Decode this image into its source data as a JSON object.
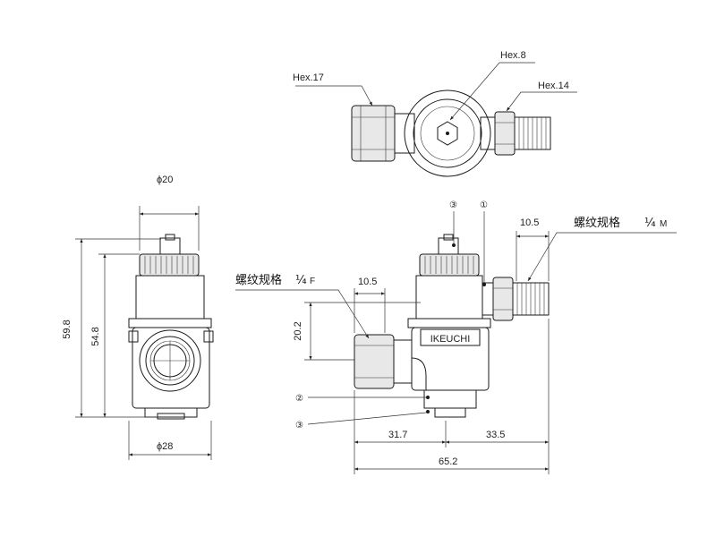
{
  "top_view": {
    "hex_left": "Hex.17",
    "hex_center": "Hex.8",
    "hex_right": "Hex.14"
  },
  "front_view": {
    "diameter_top": "ϕ20",
    "diameter_bottom": "ϕ28",
    "height_total": "59.8",
    "height_body": "54.8"
  },
  "side_view": {
    "thread_spec_female": "螺纹规格",
    "thread_spec_female_value": "¼",
    "thread_spec_female_suffix": "F",
    "thread_spec_male": "螺纹规格",
    "thread_spec_male_value": "¼",
    "thread_spec_male_suffix": "M",
    "dim_top_left": "10.5",
    "dim_top_right": "10.5",
    "dim_height": "20.2",
    "dim_left": "31.7",
    "dim_right": "33.5",
    "dim_total": "65.2",
    "brand": "IKEUCHI",
    "callout_1": "①",
    "callout_2": "②",
    "callout_3_top": "③",
    "callout_3_bottom": "③"
  }
}
